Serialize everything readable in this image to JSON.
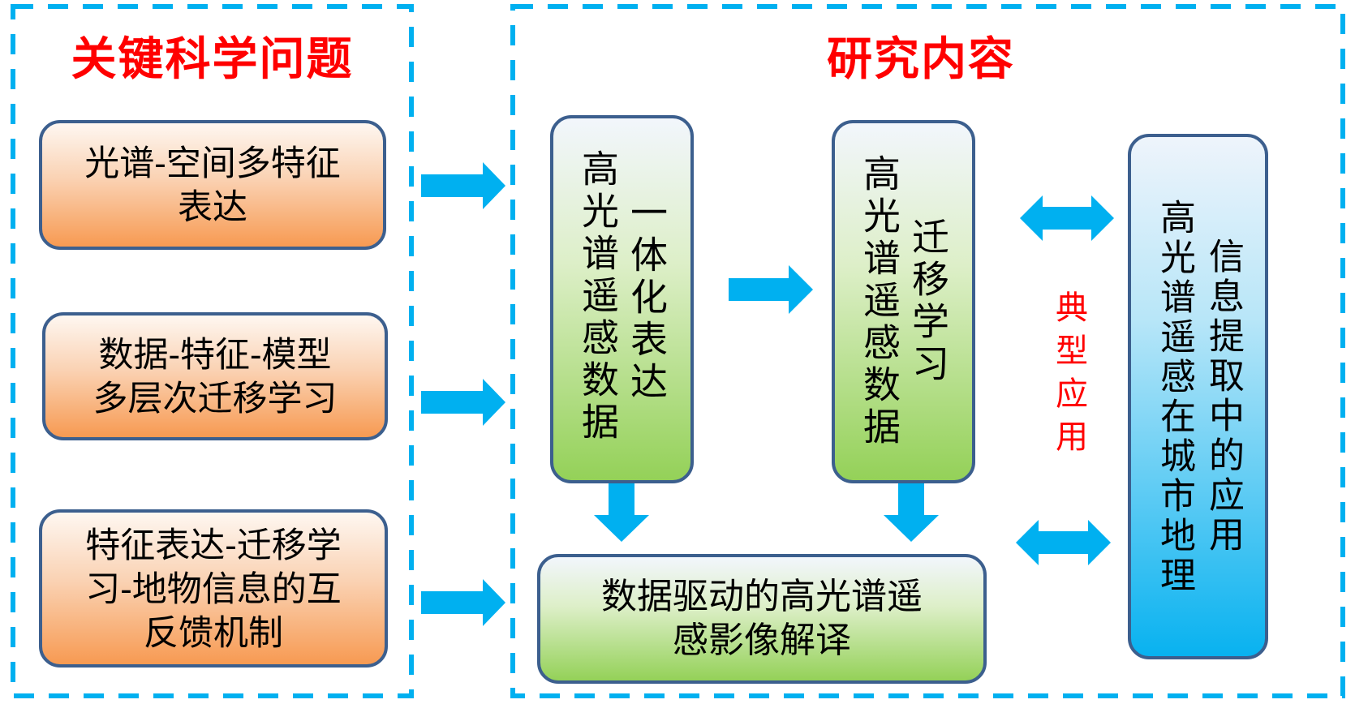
{
  "sections": {
    "left_title": "关键科学问题",
    "right_title": "研究内容"
  },
  "key_questions": [
    {
      "lines": [
        "光谱-空间多特征",
        "表达"
      ]
    },
    {
      "lines": [
        "数据-特征-模型",
        "多层次迁移学习"
      ]
    },
    {
      "lines": [
        "特征表达-迁移学",
        "习-地物信息的互",
        "反馈机制"
      ]
    }
  ],
  "research": {
    "box1": {
      "col1": "高光谱遥感数据",
      "col2": "一体化表达"
    },
    "box2": {
      "col1": "高光谱遥感数据",
      "col2": "迁移学习"
    },
    "box3": {
      "lines": [
        "数据驱动的高光谱遥",
        "感影像解译"
      ]
    },
    "application_label": "典型应用",
    "box4": {
      "col1": "高光谱遥感在城市地理",
      "col2": "信息提取中的应用"
    }
  },
  "colors": {
    "dashed_border": "#00B0F0",
    "arrow": "#00B0F0",
    "box_border": "#3C5F8E",
    "title_red": "#FF0000",
    "orange": "#F79646",
    "green": "#92D050",
    "blue": "#00B0F0"
  }
}
